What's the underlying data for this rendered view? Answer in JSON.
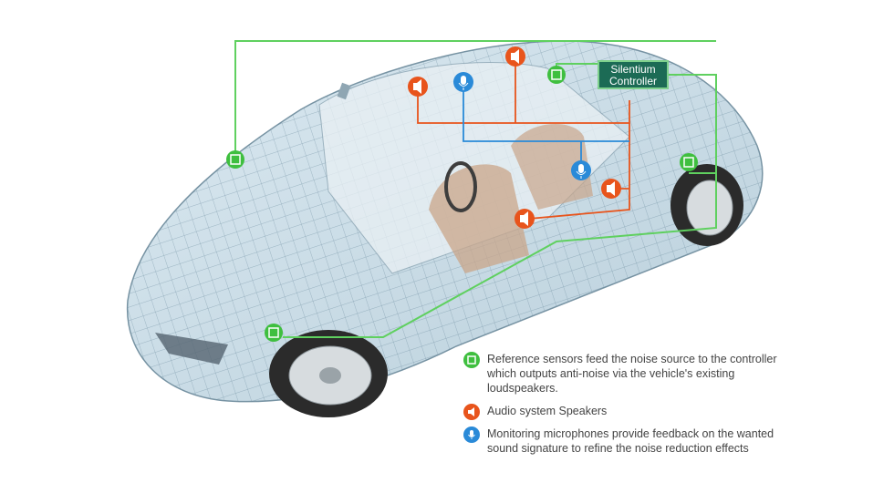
{
  "controller": {
    "line1": "Silentium",
    "line2": "Controller"
  },
  "legend": [
    {
      "icon": "reference-sensor-icon",
      "color": "#3fbf3f",
      "text": "Reference sensors feed the noise source to the controller which outputs anti-noise via the vehicle's existing loudspeakers."
    },
    {
      "icon": "speaker-icon",
      "color": "#e8541c",
      "text": "Audio system Speakers"
    },
    {
      "icon": "microphone-icon",
      "color": "#2a8ad8",
      "text": "Monitoring microphones provide feedback on the wanted sound signature to refine the noise reduction effects"
    }
  ],
  "colors": {
    "sensor": "#3fbf3f",
    "speaker": "#e8541c",
    "microphone": "#2a8ad8",
    "controller": "#1c6b55",
    "wireline": "#5fd05f"
  }
}
